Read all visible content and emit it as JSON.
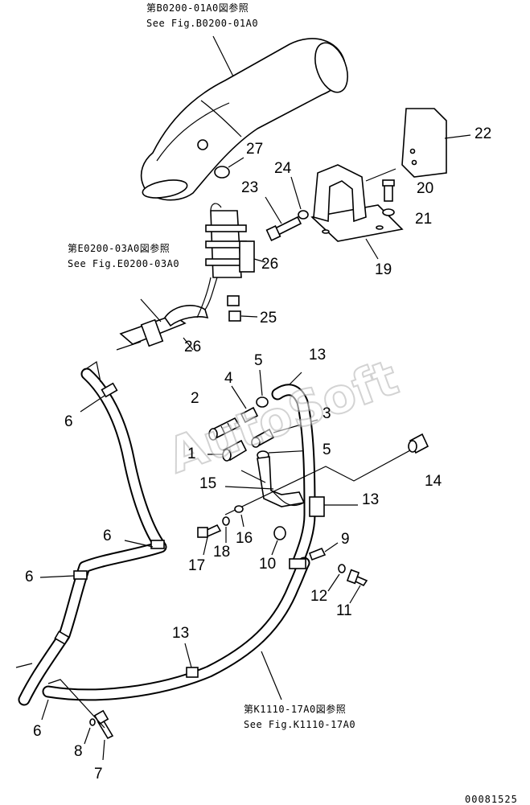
{
  "references": {
    "top": {
      "jp": "第B0200-01A0図参照",
      "en": "See Fig.B0200-01A0"
    },
    "left": {
      "jp": "第E0200-03A0図参照",
      "en": "See Fig.E0200-03A0"
    },
    "bottom": {
      "jp": "第K1110-17A0図参照",
      "en": "See Fig.K1110-17A0"
    }
  },
  "watermark": "AutoSoft",
  "drawing_code": "00081525",
  "callouts": {
    "c1": "1",
    "c2": "2",
    "c3": "3",
    "c4": "4",
    "c5a": "5",
    "c5b": "5",
    "c6a": "6",
    "c6b": "6",
    "c6c": "6",
    "c6d": "6",
    "c7": "7",
    "c8": "8",
    "c9": "9",
    "c10": "10",
    "c11": "11",
    "c12": "12",
    "c13a": "13",
    "c13b": "13",
    "c13c": "13",
    "c14": "14",
    "c15": "15",
    "c16": "16",
    "c17": "17",
    "c18": "18",
    "c19": "19",
    "c20": "20",
    "c21": "21",
    "c22": "22",
    "c23": "23",
    "c24": "24",
    "c25": "25",
    "c26a": "26",
    "c26b": "26",
    "c27": "27"
  }
}
